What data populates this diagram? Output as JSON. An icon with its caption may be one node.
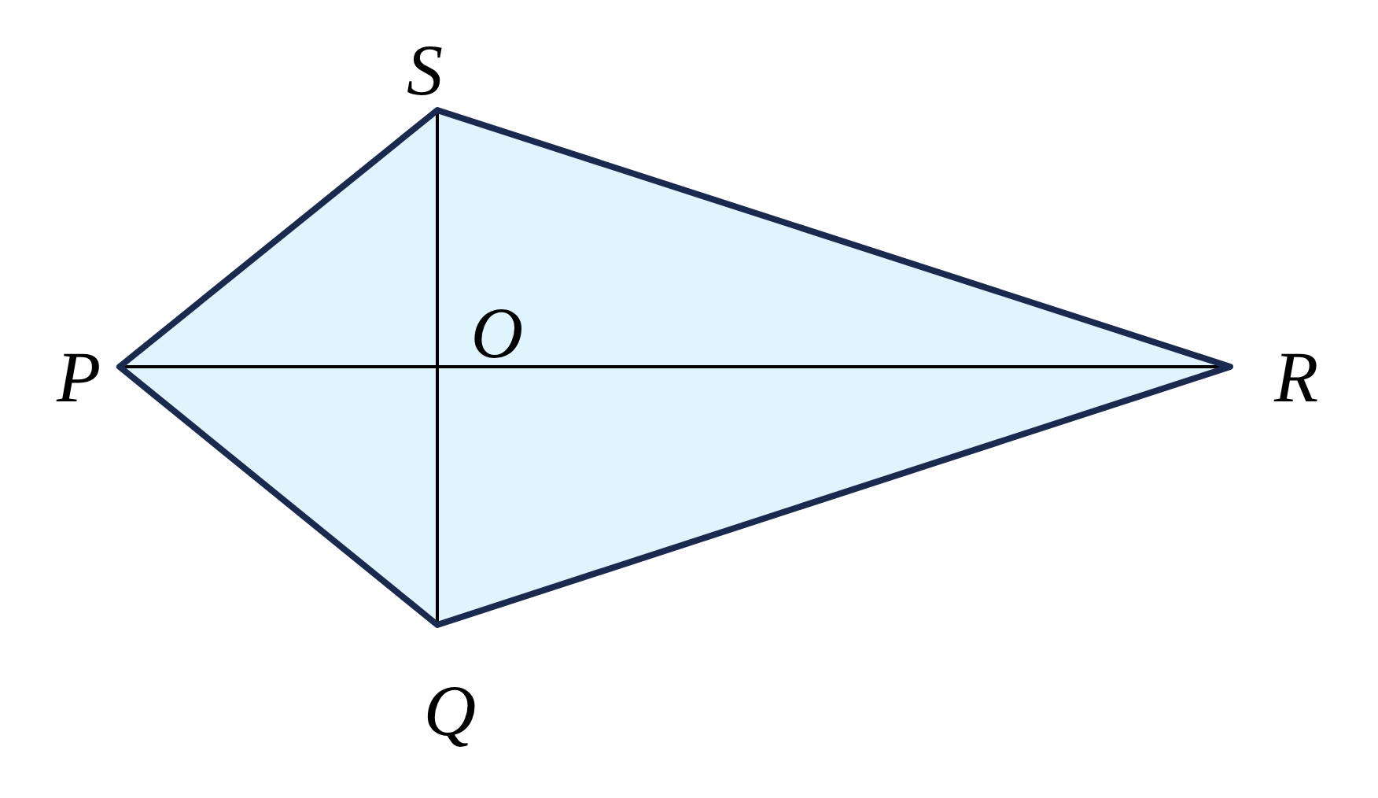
{
  "diagram": {
    "labels": [
      "S",
      "P",
      "O",
      "R",
      "Q"
    ]
  }
}
